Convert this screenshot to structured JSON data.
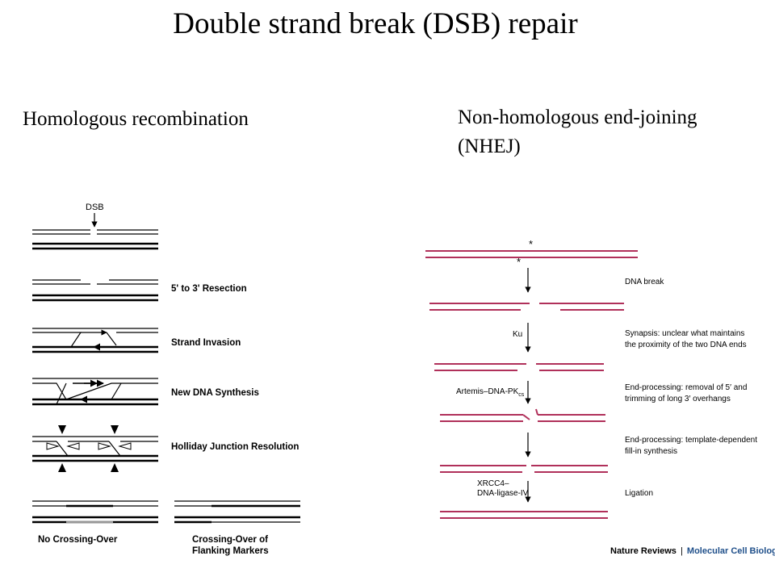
{
  "title": "Double strand break (DSB) repair",
  "left_heading": "Homologous recombination",
  "right_heading_line1": "Non-homologous end-joining",
  "right_heading_line2": "(NHEJ)",
  "colors": {
    "text": "#000000",
    "hr_strands": "#000000",
    "nhej_strands": "#b0305a",
    "credit_secondary": "#1f4f8a"
  },
  "hr_diagram": {
    "top_label": "DSB",
    "steps": [
      "5' to 3' Resection",
      "Strand Invasion",
      "New DNA Synthesis",
      "Holliday Junction Resolution"
    ],
    "outcomes": [
      "No Crossing-Over",
      "Crossing-Over of",
      "Flanking Markers"
    ]
  },
  "nhej_diagram": {
    "break_marker": "*",
    "arrow_labels": [
      "Ku",
      "Artemis–DNA-PK",
      "cs",
      "XRCC4–",
      "DNA-ligase-IV"
    ],
    "steps": [
      [
        "DNA break"
      ],
      [
        "Synapsis: unclear what maintains",
        "the proximity of the two DNA ends"
      ],
      [
        "End-processing: removal of 5′ and",
        "trimming of long 3′ overhangs"
      ],
      [
        "End-processing: template-dependent",
        "fill-in synthesis"
      ],
      [
        "Ligation"
      ]
    ]
  },
  "credit": {
    "publisher": "Nature Reviews",
    "separator": "|",
    "journal": "Molecular Cell Biology"
  }
}
